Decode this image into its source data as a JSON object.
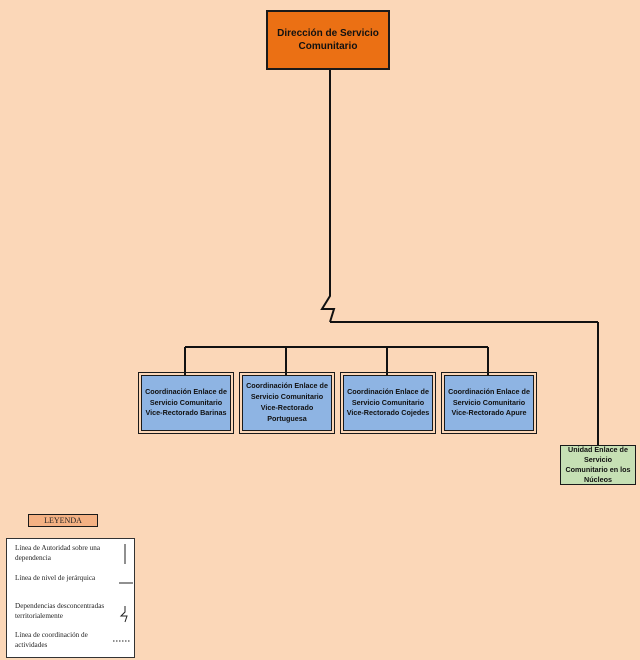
{
  "root": {
    "label": "Dirección de Servicio Comunitario"
  },
  "coordinations": [
    {
      "label": "Coordinación  Enlace de Servicio Comunitario Vice-Rectorado Barinas"
    },
    {
      "label": "Coordinación  Enlace de Servicio Comunitario Vice-Rectorado Portuguesa"
    },
    {
      "label": "Coordinación  Enlace de Servicio Comunitario Vice-Rectorado Cojedes"
    },
    {
      "label": "Coordinación  Enlace de Servicio Comunitario Vice-Rectorado Apure"
    }
  ],
  "unidad": {
    "label": "Unidad Enlace de Servicio Comunitario en los Núcleos"
  },
  "legend": {
    "title": "LEYENDA",
    "items": [
      {
        "label": "Línea de Autoridad sobre una dependencia",
        "symbol": "vertical-line"
      },
      {
        "label": "Línea de nivel de jerárquica",
        "symbol": "horizontal-line"
      },
      {
        "label": "Dependencias desconcentradas territorialemente",
        "symbol": "zigzag"
      },
      {
        "label": "Línea de coordinación de actividades",
        "symbol": "dotted-line"
      }
    ]
  },
  "colors": {
    "background": "#FBD7B8",
    "root_fill": "#EB7014",
    "coordination_fill": "#8EB4E3",
    "unidad_fill": "#C6E0B4",
    "legend_title_fill": "#F4B183"
  }
}
